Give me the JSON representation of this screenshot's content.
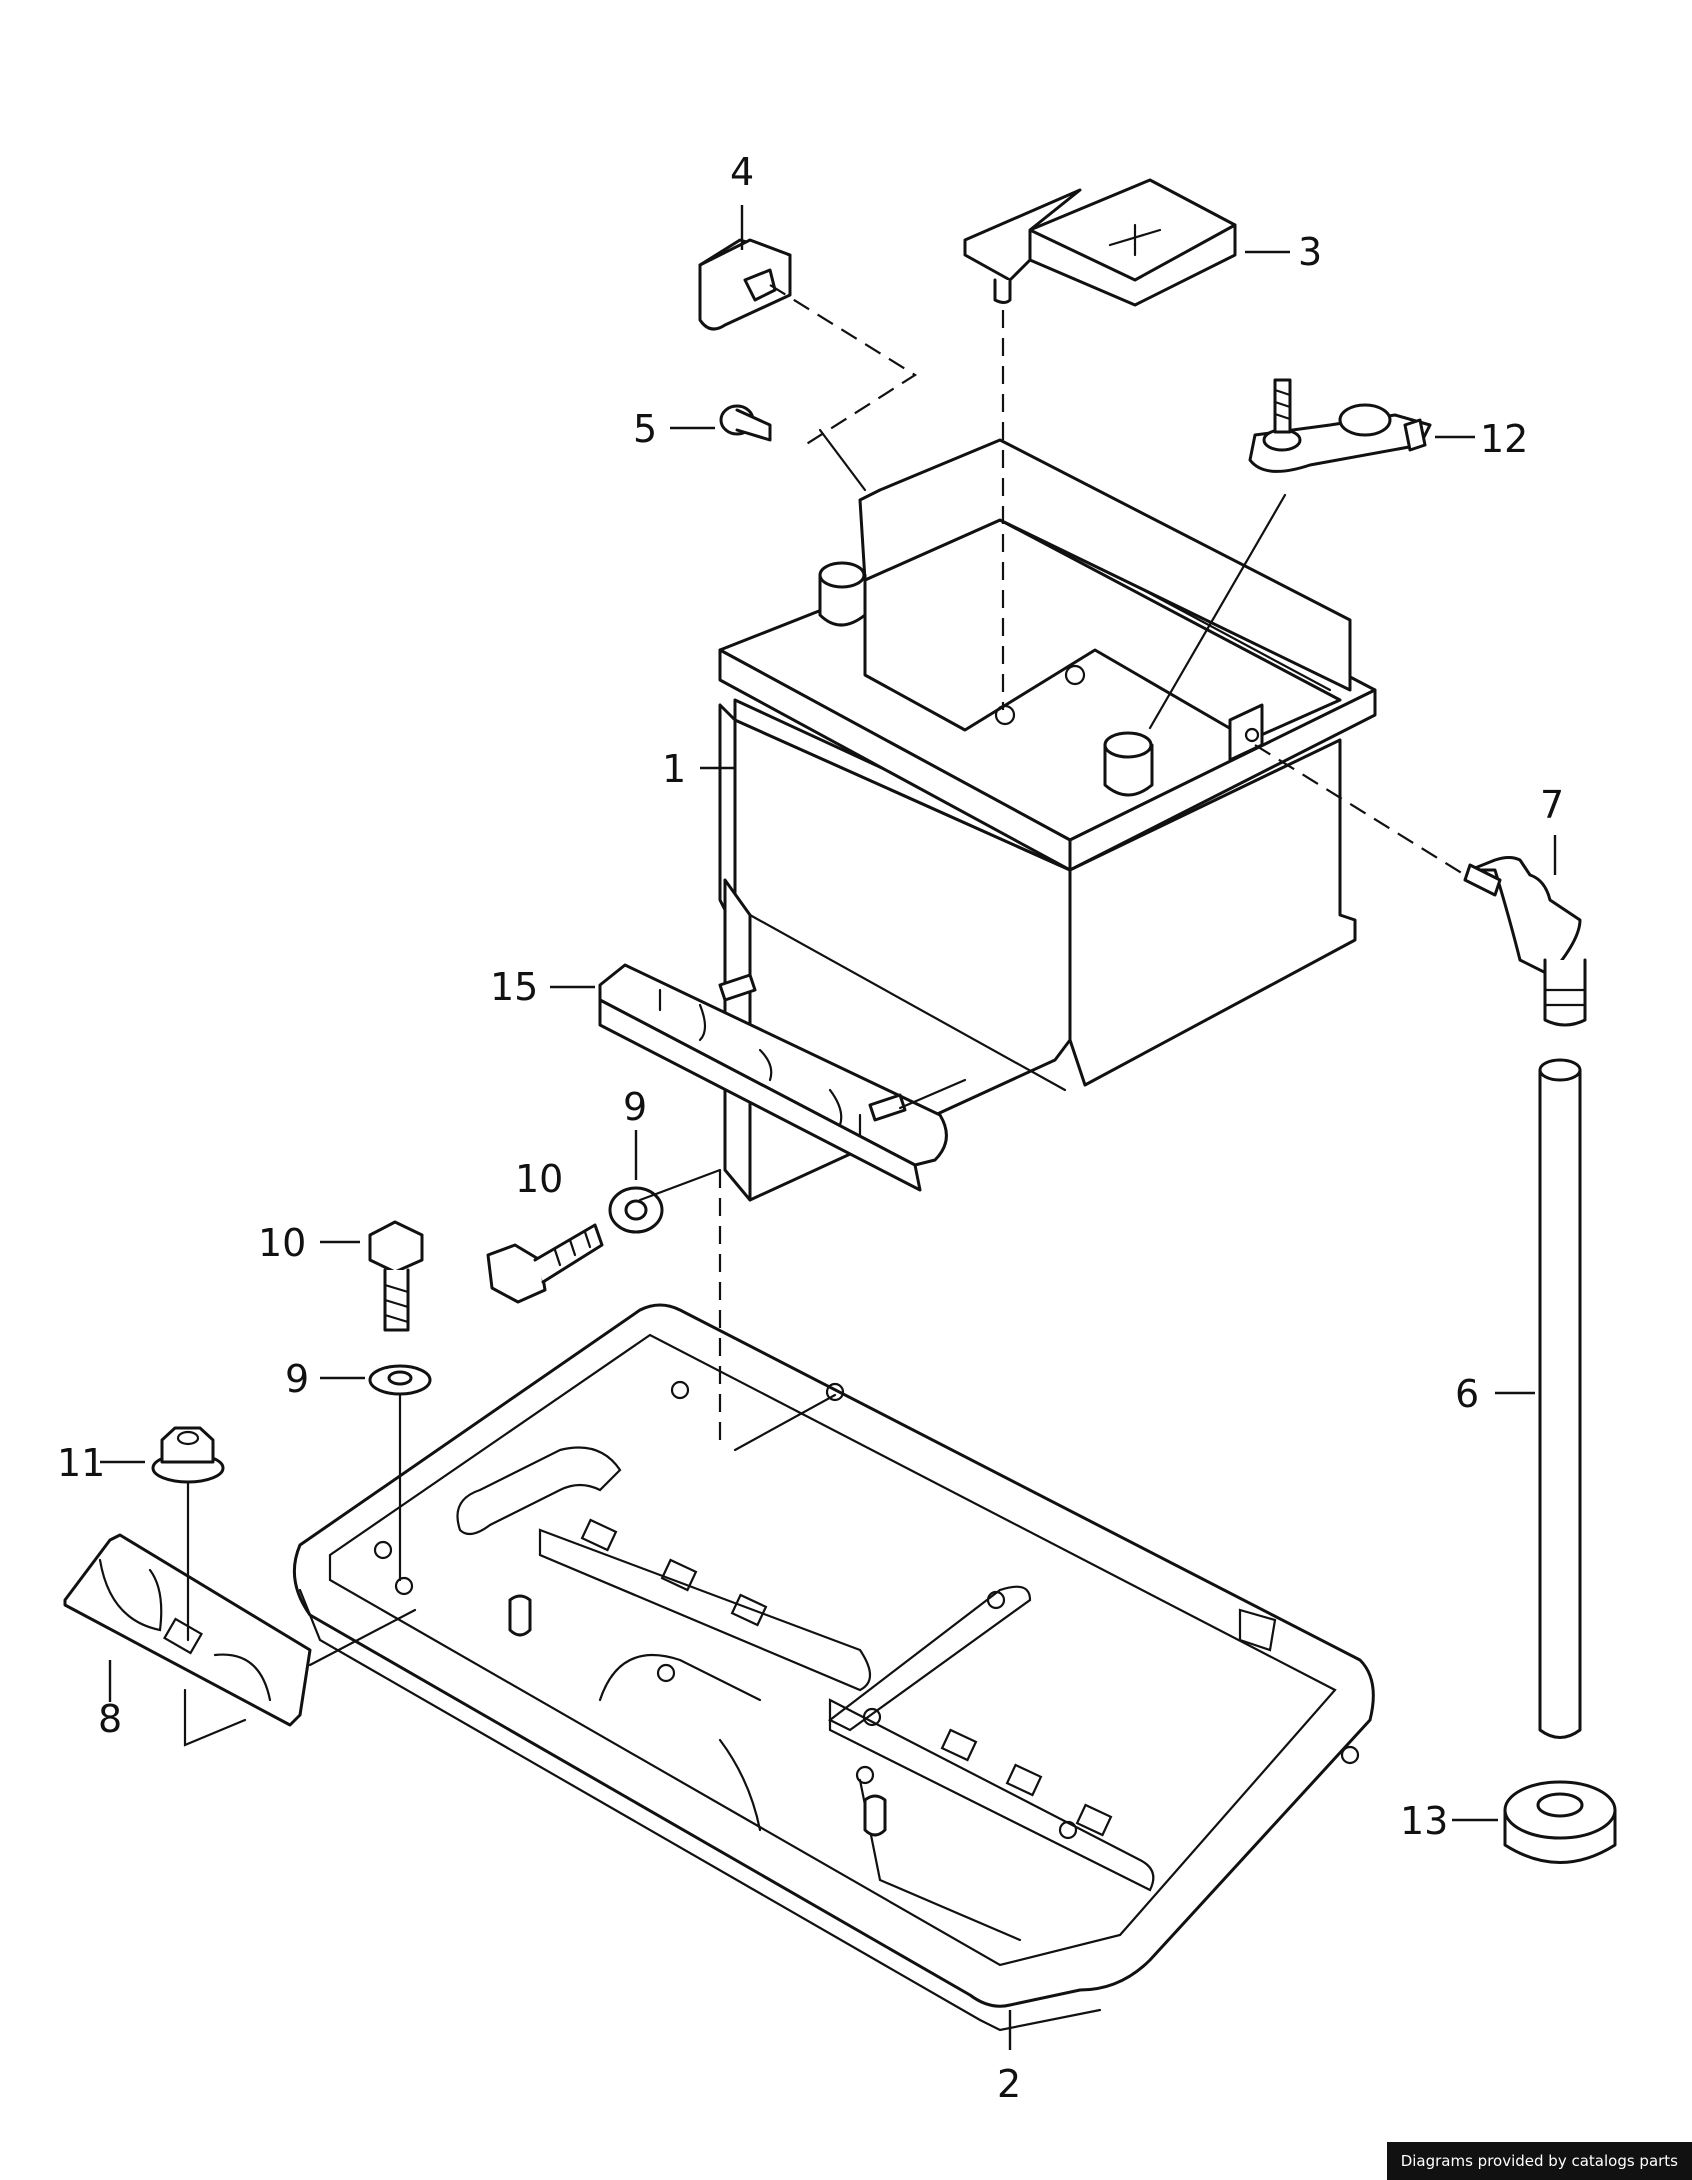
{
  "labels": {
    "l1": "1",
    "l2": "2",
    "l3": "3",
    "l4": "4",
    "l5": "5",
    "l6": "6",
    "l7": "7",
    "l8": "8",
    "l9a": "9",
    "l9b": "9",
    "l10a": "10",
    "l10b": "10",
    "l11": "11",
    "l12": "12",
    "l13": "13",
    "l15": "15"
  },
  "footer": {
    "credit": "Diagrams provided by catalogs parts"
  }
}
